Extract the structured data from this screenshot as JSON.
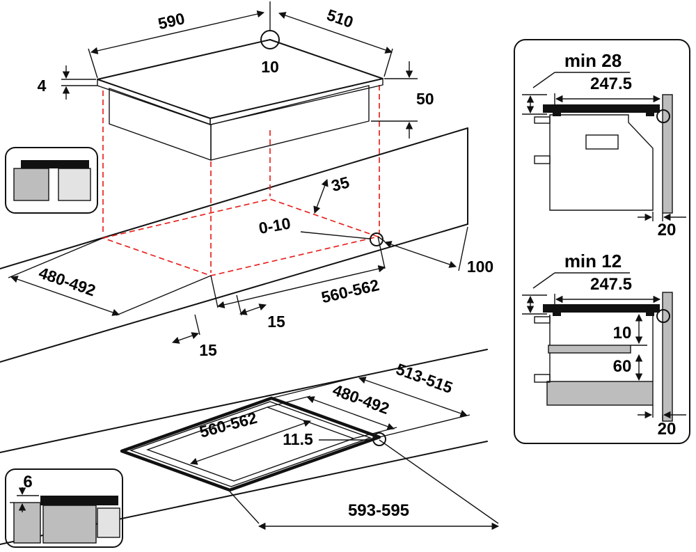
{
  "diagram": {
    "top": {
      "width": "590",
      "depth": "510",
      "corner_radius": "10",
      "lip_thickness": "4",
      "body_height": "50"
    },
    "cutout": {
      "rear_clearance": "35",
      "edge_gap": "0-10",
      "depth": "480-492",
      "width": "560-562",
      "corner_right": "15",
      "corner_left": "15",
      "side_clearance": "100"
    },
    "flush": {
      "outer_depth": "513-515",
      "inner_depth": "480-492",
      "inner_width": "560-562",
      "corner_radius": "11.5",
      "outer_width": "593-595"
    },
    "flush_inset": {
      "step": "6"
    },
    "wall_top": {
      "min_clearance": "min 28",
      "depth": "247.5",
      "wall_gap": "20"
    },
    "wall_bottom": {
      "min_clearance": "min 12",
      "depth": "247.5",
      "shelf_gap": "10",
      "shelf_distance": "60",
      "wall_gap": "20"
    }
  },
  "colors": {
    "line": "#111111",
    "projection_red": "#e62420",
    "grey": "#bdbdbd",
    "grey_light": "#e3e3e3"
  }
}
